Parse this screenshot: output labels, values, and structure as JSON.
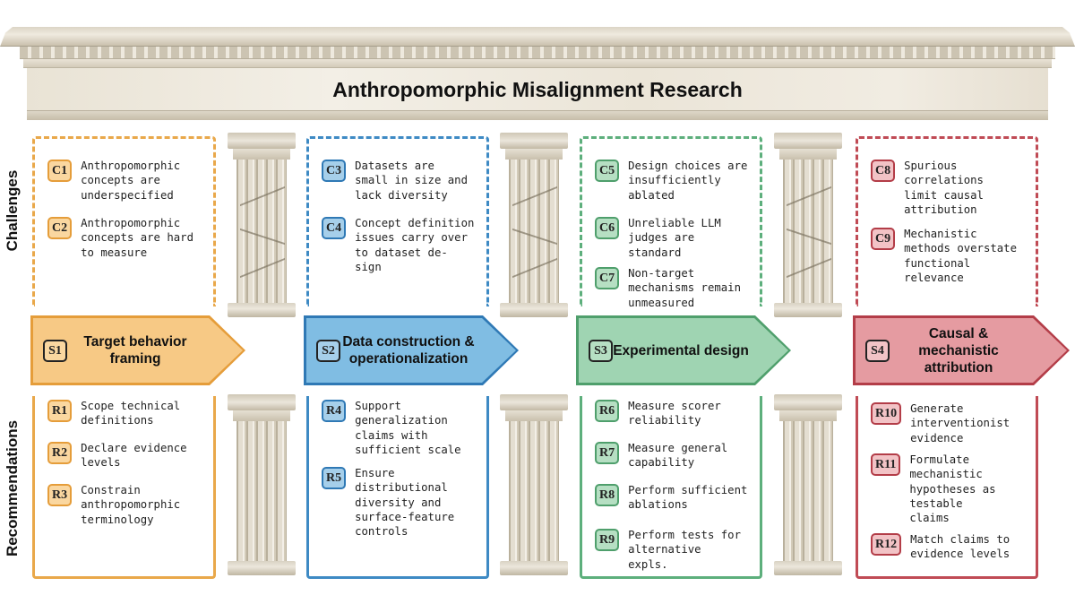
{
  "title": "Anthropomorphic Misalignment Research",
  "row_labels": {
    "challenges": "Challenges",
    "recommendations": "Recommendations"
  },
  "colors": {
    "orange": "#e9a84a",
    "blue": "#3e8ac4",
    "green": "#5daf7c",
    "red": "#c04b55"
  },
  "stages": [
    {
      "id": "S1",
      "label": "Target behavior\nframing",
      "color": "orange"
    },
    {
      "id": "S2",
      "label": "Data construction &\noperationalization",
      "color": "blue"
    },
    {
      "id": "S3",
      "label": "Experimental design",
      "color": "green"
    },
    {
      "id": "S4",
      "label": "Causal & mechanistic\nattribution",
      "color": "red"
    }
  ],
  "challenges": [
    [
      {
        "id": "C1",
        "text": "Anthropomorphic\nconcepts are\nunderspecified"
      },
      {
        "id": "C2",
        "text": "Anthropomorphic\nconcepts are hard\nto measure"
      }
    ],
    [
      {
        "id": "C3",
        "text": "Datasets are\nsmall in size and\nlack diversity"
      },
      {
        "id": "C4",
        "text": "Concept definition\nissues carry over\nto dataset de-\nsign"
      }
    ],
    [
      {
        "id": "C5",
        "text": "Design choices are\ninsufficiently\nablated"
      },
      {
        "id": "C6",
        "text": "Unreliable LLM\njudges are\nstandard"
      },
      {
        "id": "C7",
        "text": "Non-target\nmechanisms remain\nunmeasured"
      }
    ],
    [
      {
        "id": "C8",
        "text": "Spurious\ncorrelations\nlimit causal\nattribution"
      },
      {
        "id": "C9",
        "text": "Mechanistic\nmethods overstate\nfunctional\nrelevance"
      }
    ]
  ],
  "recommendations": [
    [
      {
        "id": "R1",
        "text": "Scope technical\ndefinitions"
      },
      {
        "id": "R2",
        "text": "Declare evidence\nlevels"
      },
      {
        "id": "R3",
        "text": "Constrain\nanthropomorphic\nterminology"
      }
    ],
    [
      {
        "id": "R4",
        "text": "Support\ngeneralization\nclaims with\nsufficient scale"
      },
      {
        "id": "R5",
        "text": "Ensure\ndistributional\ndiversity and\nsurface-feature\ncontrols"
      }
    ],
    [
      {
        "id": "R6",
        "text": "Measure scorer\nreliability"
      },
      {
        "id": "R7",
        "text": "Measure general\ncapability"
      },
      {
        "id": "R8",
        "text": "Perform sufficient\nablations"
      },
      {
        "id": "R9",
        "text": "Perform tests for\nalternative\nexpls."
      }
    ],
    [
      {
        "id": "R10",
        "text": "Generate\ninterventionist\nevidence"
      },
      {
        "id": "R11",
        "text": "Formulate\nmechanistic\nhypotheses as\ntestable\nclaims"
      },
      {
        "id": "R12",
        "text": "Match claims to\nevidence levels"
      }
    ]
  ]
}
